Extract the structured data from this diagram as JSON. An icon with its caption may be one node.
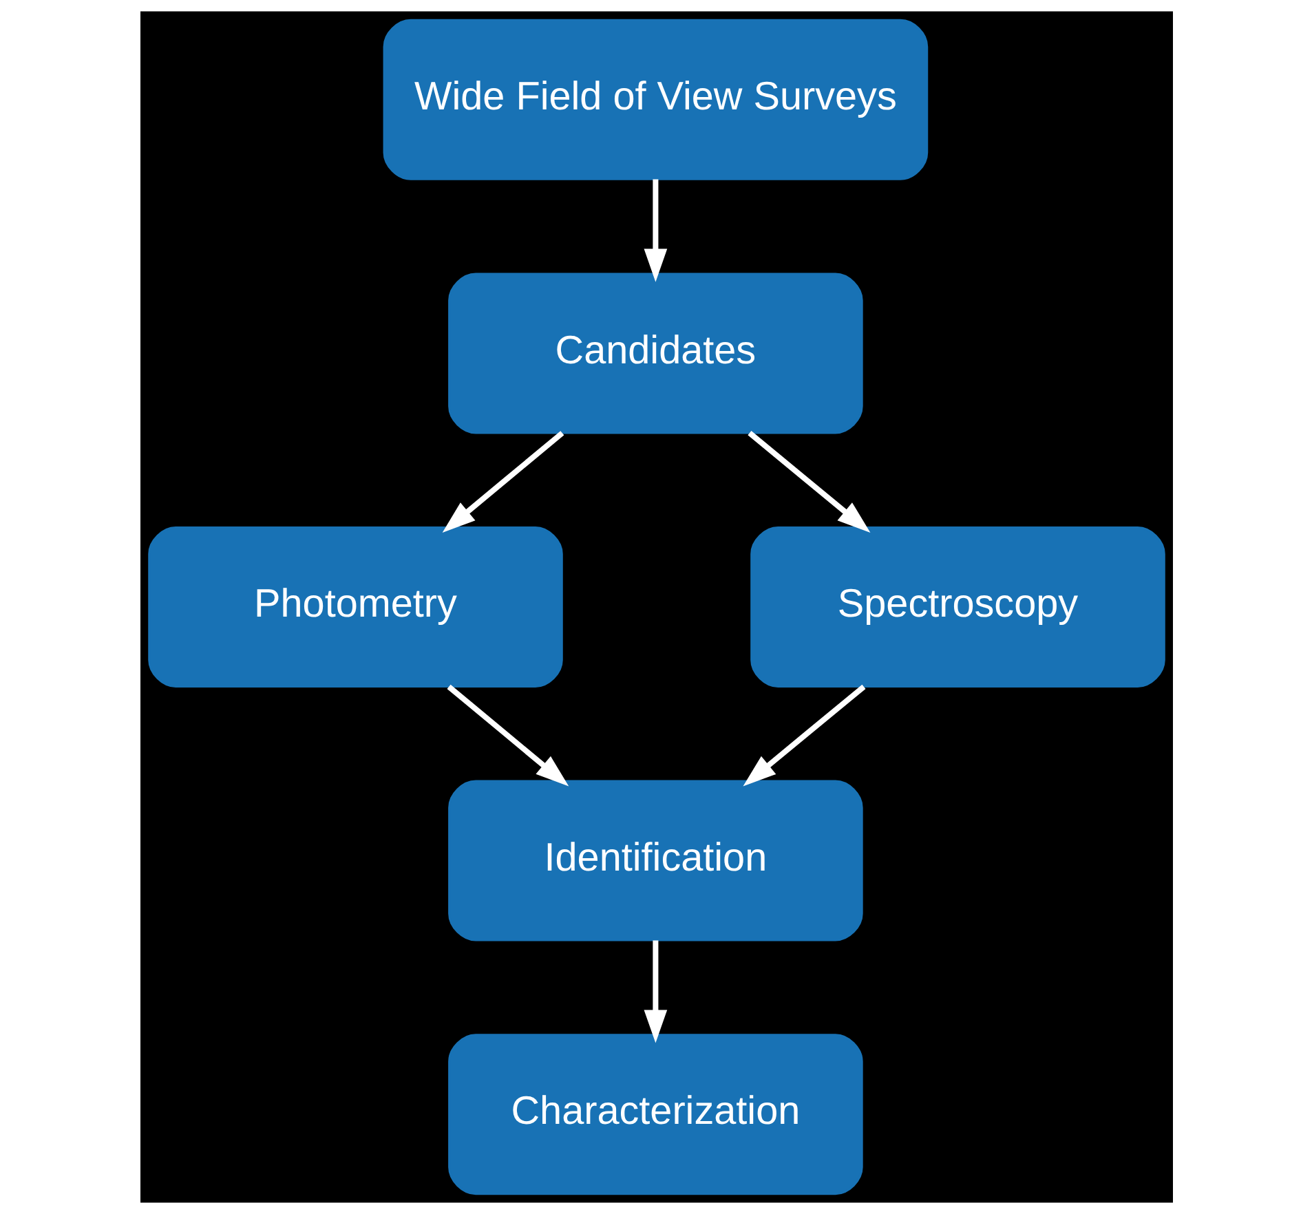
{
  "diagram": {
    "nodes": [
      {
        "text": [
          "Wide Field of View Surveys"
        ]
      },
      {
        "text": [
          "Candidates"
        ]
      },
      {
        "text": [
          "Photometry"
        ]
      },
      {
        "text": [
          "Spectroscopy"
        ]
      },
      {
        "text": [
          "Identification"
        ]
      },
      {
        "text": [
          "Characterization"
        ]
      }
    ],
    "edges": [
      {
        "from": 0,
        "to": 1,
        "arrow": "to"
      },
      {
        "from": 1,
        "to": 2,
        "arrow": "to"
      },
      {
        "from": 1,
        "to": 3,
        "arrow": "to"
      },
      {
        "from": 2,
        "to": 4,
        "arrow": "to"
      },
      {
        "from": 3,
        "to": 4,
        "arrow": "to"
      },
      {
        "from": 4,
        "to": 5,
        "arrow": "to"
      }
    ]
  }
}
